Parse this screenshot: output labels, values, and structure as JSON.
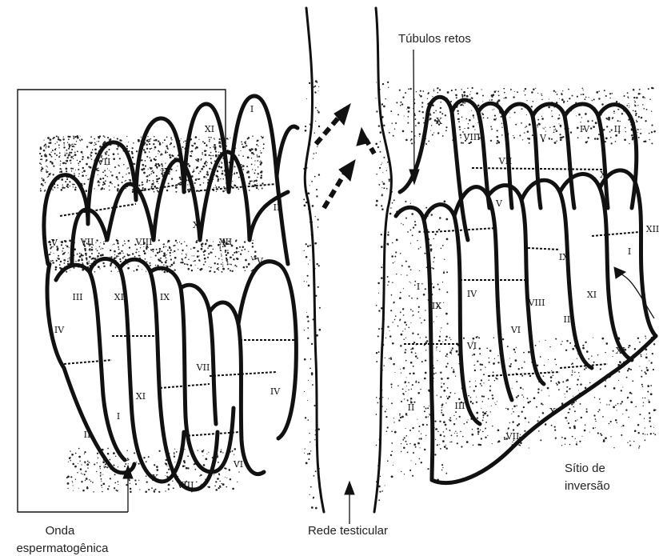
{
  "labels": {
    "tubulos_retos": "Túbulos retos",
    "rede_testicular": "Rede testicular",
    "onda_line1": "Onda",
    "onda_line2": "espermatogênica",
    "sitio_line1": "Sítio de",
    "sitio_line2": "inversão"
  },
  "stages": {
    "left": [
      "XI",
      "I",
      "VII",
      "IX",
      "VIII",
      "X",
      "II",
      "XII",
      "V",
      "VII",
      "III",
      "XII",
      "IX",
      "V",
      "IV",
      "VII",
      "IV",
      "II",
      "XI",
      "I",
      "X",
      "VIII",
      "VI"
    ],
    "right": [
      "X",
      "VIII",
      "VII",
      "V",
      "IV",
      "II",
      "X",
      "V",
      "IX",
      "XII",
      "I",
      "I",
      "IX",
      "IV",
      "VIII",
      "XI",
      "VI",
      "III",
      "VI",
      "XI",
      "II",
      "III",
      "X",
      "VII"
    ]
  },
  "colors": {
    "ink": "#111111",
    "stipple": "#222222",
    "background": "#ffffff"
  }
}
